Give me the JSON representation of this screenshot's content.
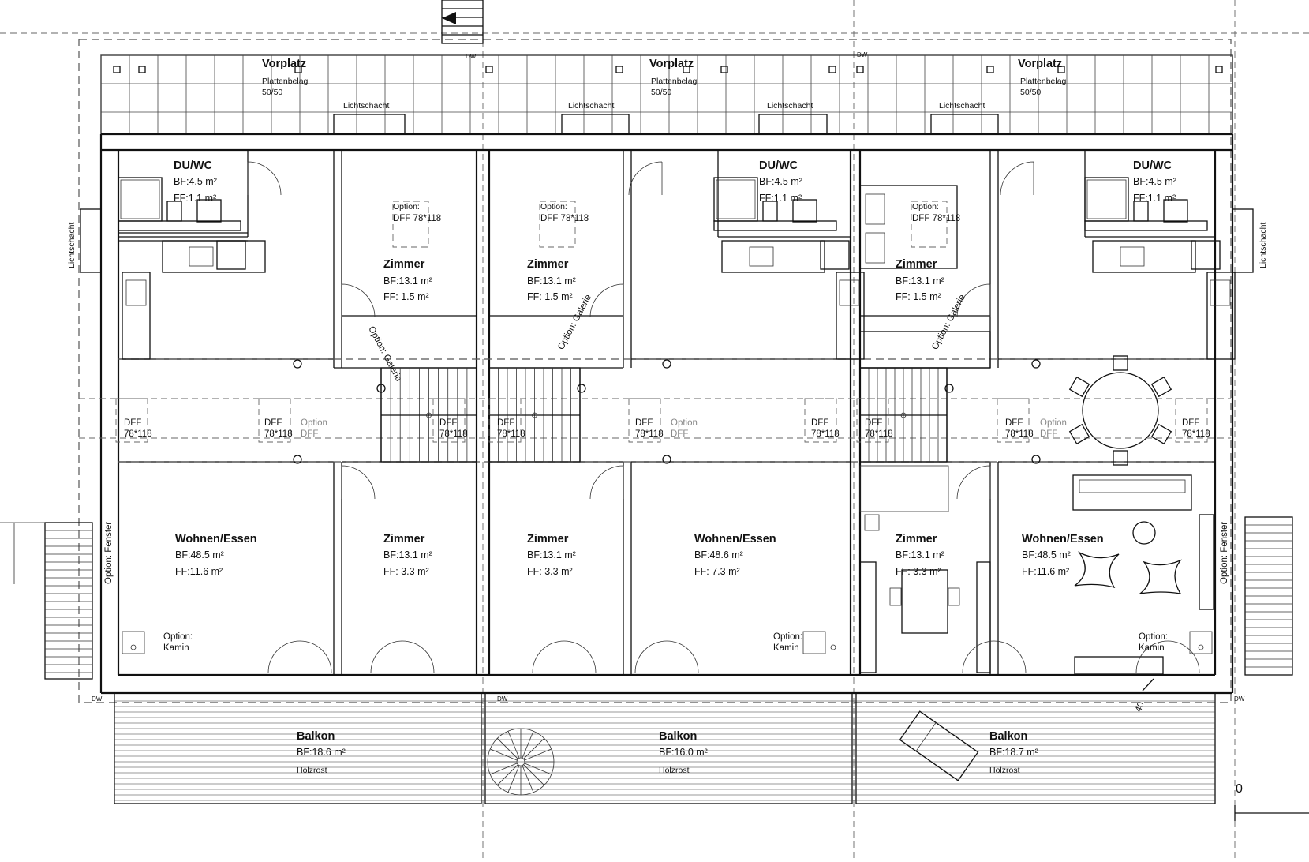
{
  "plan": {
    "units": [
      {
        "vorplatz": {
          "title": "Vorplatz",
          "belag": "Plattenbelag",
          "size": "50/50"
        },
        "lichtschacht_top": "Lichtschacht",
        "lichtschacht_side": "Lichtschacht",
        "duwc": {
          "title": "DU/WC",
          "bf": "BF:4.5 m²",
          "ff": "FF:1.1 m²"
        },
        "zimmer_top": {
          "title": "Zimmer",
          "bf": "BF:13.1 m²",
          "ff": "FF:  1.5 m²",
          "option": "Option:",
          "dff": "DFF 78*118",
          "galerie": "Option: Galerie"
        },
        "zimmer_bottom": {
          "title": "Zimmer",
          "bf": "BF:13.1 m²",
          "ff": "FF:  3.3 m²"
        },
        "wohnen": {
          "title": "Wohnen/Essen",
          "bf": "BF:48.5 m²",
          "ff": "FF:11.6 m²"
        },
        "kamin": {
          "option": "Option:",
          "name": "Kamin"
        },
        "fenster": "Option: Fenster",
        "balkon": {
          "title": "Balkon",
          "bf": "BF:18.6 m²",
          "belag": "Holzrost"
        }
      },
      {
        "vorplatz": {
          "title": "Vorplatz",
          "belag": "Plattenbelag",
          "size": "50/50"
        },
        "lichtschacht_top": "Lichtschacht",
        "lichtschacht_top2": "Lichtschacht",
        "duwc": {
          "title": "DU/WC",
          "bf": "BF:4.5 m²",
          "ff": "FF:1.1 m²"
        },
        "zimmer_top": {
          "title": "Zimmer",
          "bf": "BF:13.1 m²",
          "ff": "FF:  1.5 m²",
          "option": "Option:",
          "dff": "DFF 78*118",
          "galerie": "Option: Galerie"
        },
        "zimmer_bottom": {
          "title": "Zimmer",
          "bf": "BF:13.1 m²",
          "ff": "FF:  3.3 m²"
        },
        "wohnen": {
          "title": "Wohnen/Essen",
          "bf": "BF:48.6 m²",
          "ff": "FF:  7.3 m²"
        },
        "kamin": {
          "option": "Option:",
          "name": "Kamin"
        },
        "balkon": {
          "title": "Balkon",
          "bf": "BF:16.0 m²",
          "belag": "Holzrost"
        }
      },
      {
        "vorplatz": {
          "title": "Vorplatz",
          "belag": "Plattenbelag",
          "size": "50/50"
        },
        "lichtschacht_top": "Lichtschacht",
        "lichtschacht_side": "Lichtschacht",
        "duwc": {
          "title": "DU/WC",
          "bf": "BF:4.5 m²",
          "ff": "FF:1.1 m²"
        },
        "zimmer_top": {
          "title": "Zimmer",
          "bf": "BF:13.1 m²",
          "ff": "FF:  1.5 m²",
          "option": "Option:",
          "dff": "DFF 78*118",
          "galerie": "Option: Galerie"
        },
        "zimmer_bottom": {
          "title": "Zimmer",
          "bf": "BF:13.1 m²",
          "ff": "FF:  3.3 m²"
        },
        "wohnen": {
          "title": "Wohnen/Essen",
          "bf": "BF:48.5 m²",
          "ff": "FF:11.6 m²"
        },
        "kamin": {
          "option": "Option:",
          "name": "Kamin"
        },
        "fenster": "Option: Fenster",
        "balkon": {
          "title": "Balkon",
          "bf": "BF:18.7 m²",
          "belag": "Holzrost"
        }
      }
    ],
    "dff_main": "DFF",
    "dff_size": "78*118",
    "option_label": "Option",
    "option_dff": "DFF",
    "dw": "DW",
    "dim_40": "40",
    "scale_zero": "0"
  }
}
